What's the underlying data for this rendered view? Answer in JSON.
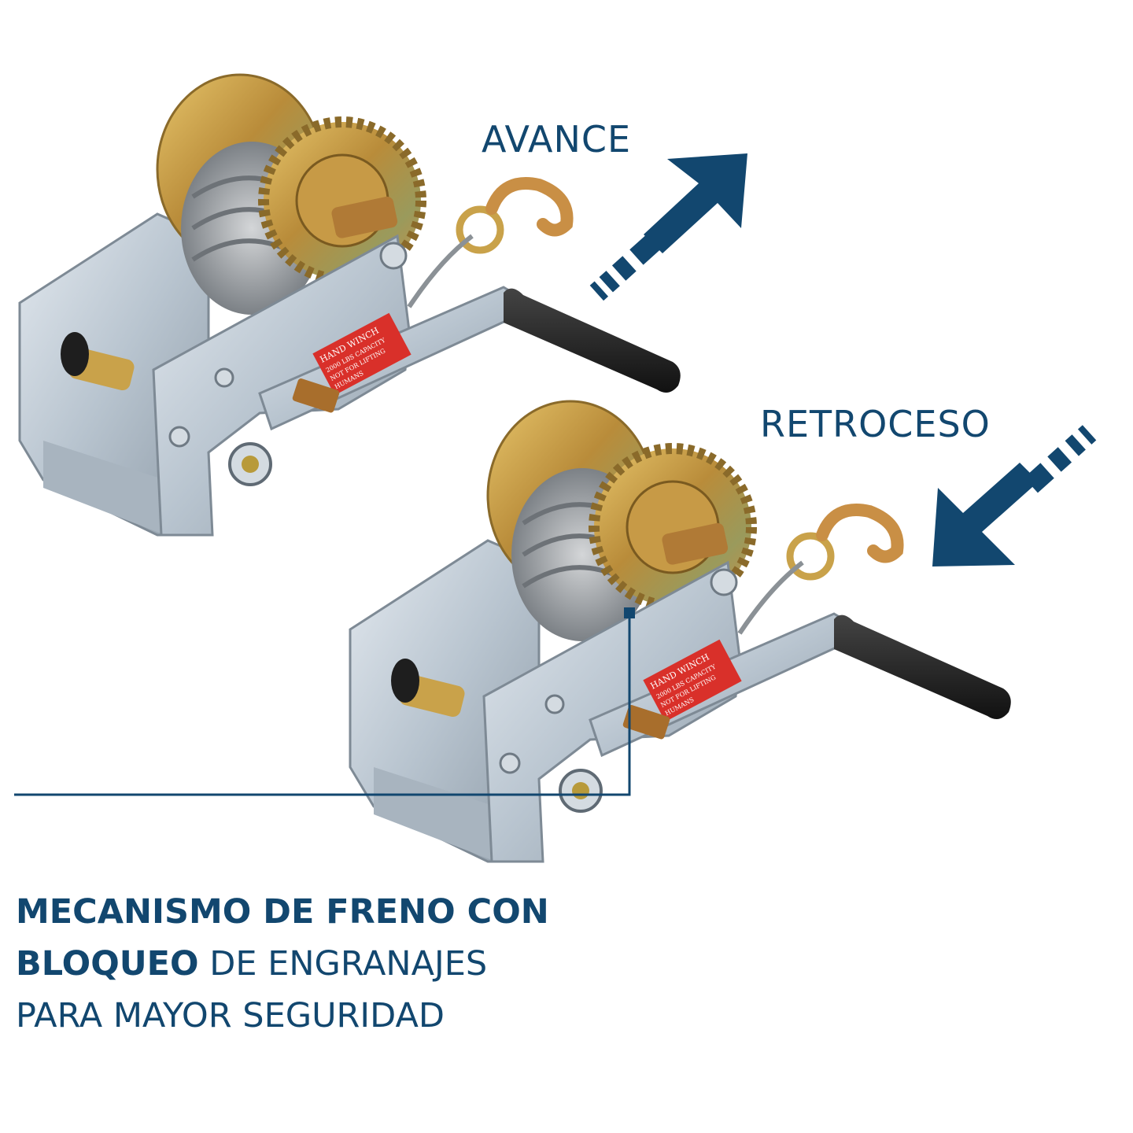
{
  "labels": {
    "advance": "AVANCE",
    "reverse": "RETROCESO"
  },
  "winch": {
    "plate_line1": "HAND WINCH",
    "plate_line2": "2000 LBS CAPACITY",
    "plate_line3": "NOT FOR LIFTING",
    "plate_line4": "HUMANS"
  },
  "caption": {
    "line1": "MECANISMO DE FRENO CON",
    "line2_bold": "BLOQUEO",
    "line2_rest": " DE ENGRANAJES",
    "line3": "PARA MAYOR SEGURIDAD"
  },
  "colors": {
    "accent": "#12476f",
    "steel": "#c9d3dc",
    "gold": "#c9a24a",
    "label_red": "#d9302a",
    "handle": "#1e1e1e"
  }
}
